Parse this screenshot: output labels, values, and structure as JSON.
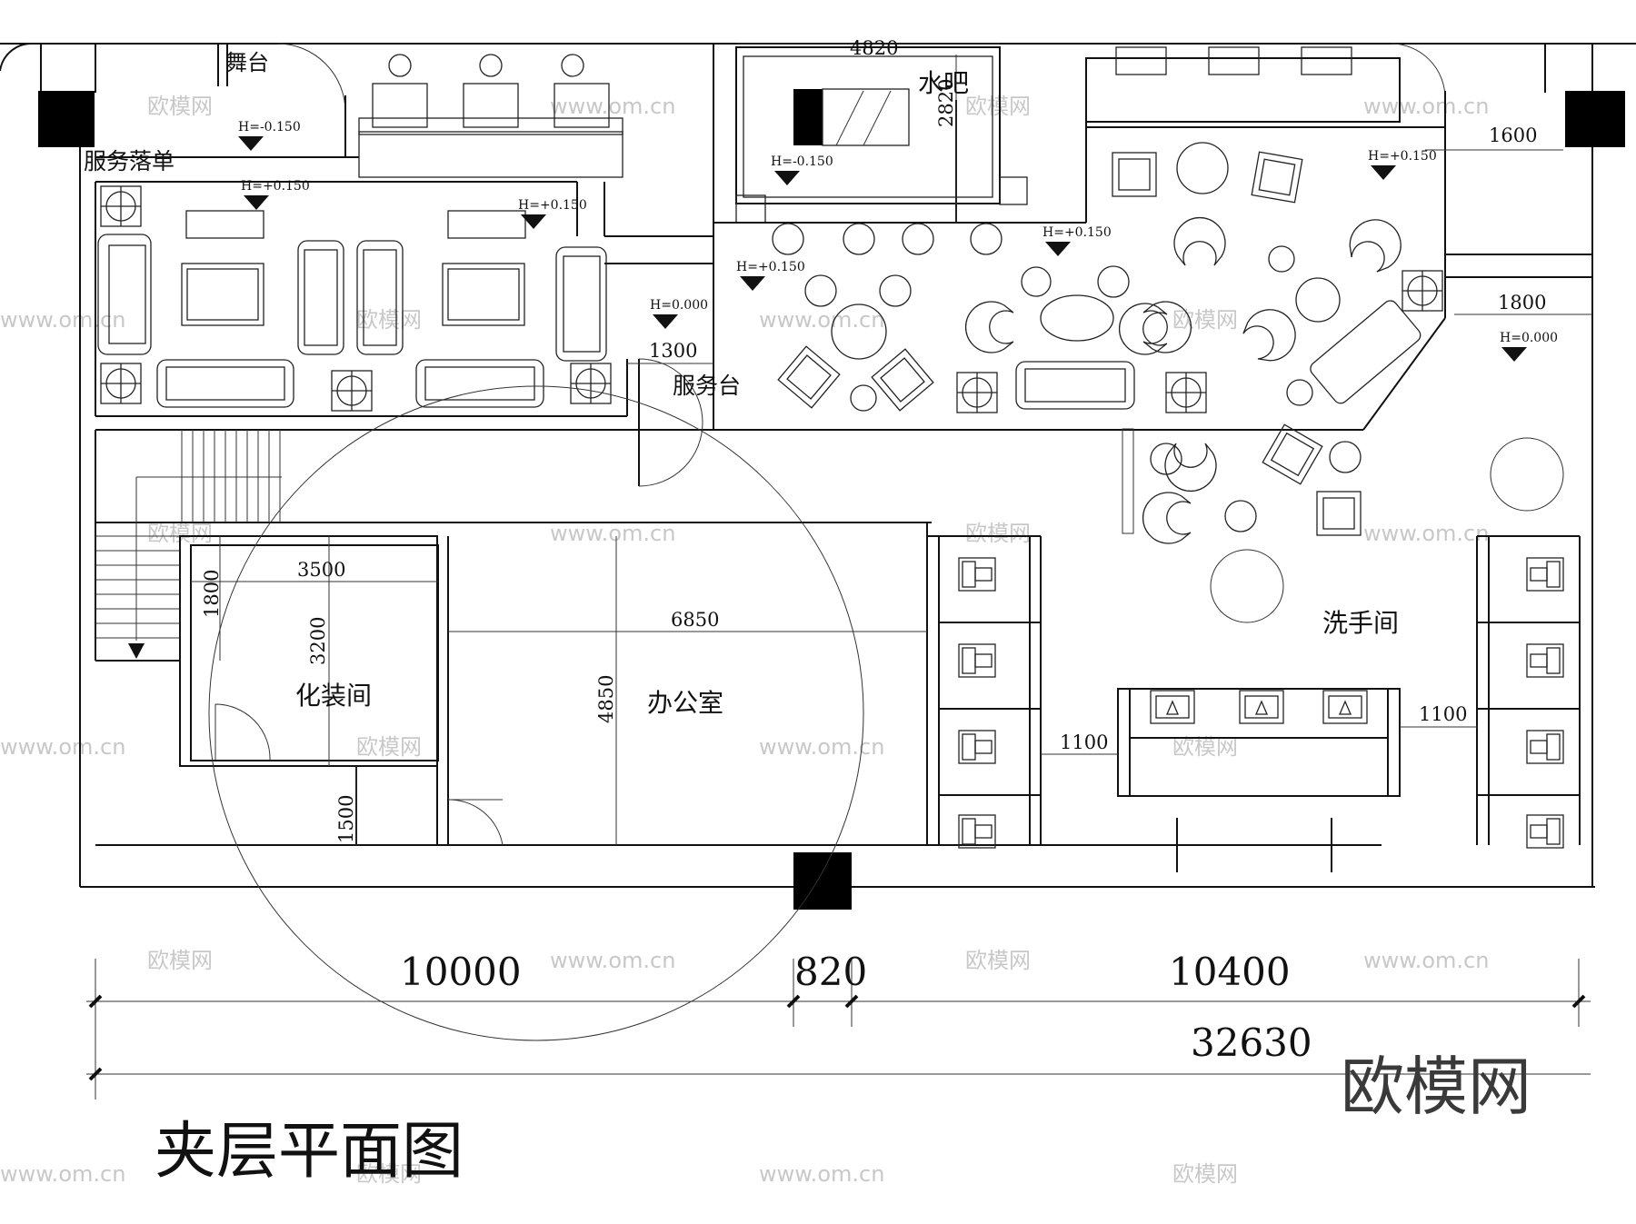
{
  "title": "夹层平面图",
  "rooms": {
    "stage": "舞台",
    "service_order": "服务落单",
    "water_bar": "水吧",
    "service": "服务台",
    "makeup": "化装间",
    "office": "办公室",
    "restroom": "洗手间"
  },
  "levels": [
    "H=-0.150",
    "H=+0.150",
    "H=+0.150",
    "H=-0.150",
    "H=+0.150",
    "H=+0.150",
    "H=+0.150",
    "H=0.000",
    "H=0.000"
  ],
  "dims": {
    "bar_w": "4820",
    "bar_h": "2820",
    "right_1": "1600",
    "right_2": "1800",
    "corridor": "1300",
    "makeup_w": "3500",
    "makeup_small": "1800",
    "makeup_h": "3200",
    "office_w": "6850",
    "office_h": "4850",
    "makeup_lower": "1500",
    "restroom_a": "1100",
    "restroom_b": "1100",
    "seg_1": "10000",
    "seg_2": "820",
    "seg_3": "10400",
    "total": "32630"
  },
  "logo": "欧模网",
  "watermark": {
    "cn": "欧模网",
    "url": "www.om.cn"
  }
}
